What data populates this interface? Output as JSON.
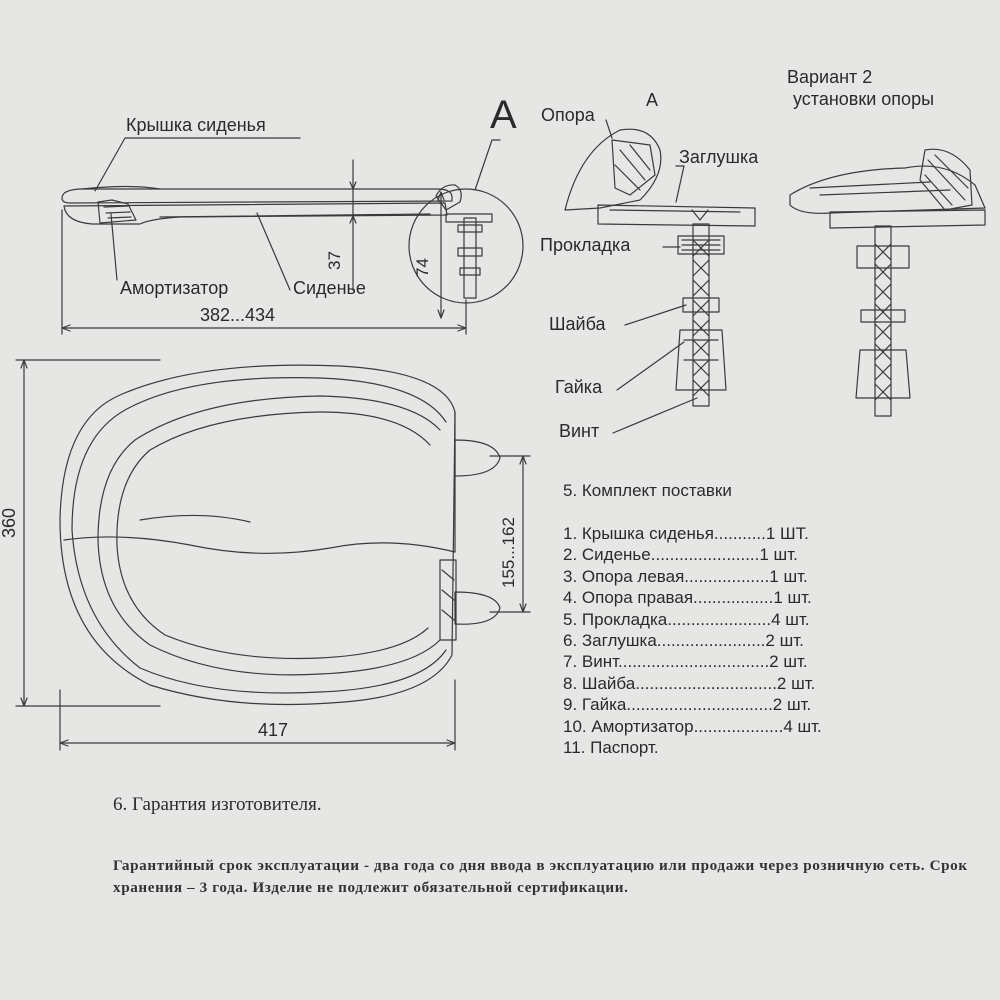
{
  "drawing": {
    "side_view": {
      "label_lid": "Крышка сиденья",
      "label_shock": "Амортизатор",
      "label_seat": "Сиденье",
      "dim_width_range": "382...434",
      "dim_37": "37",
      "dim_74": "74",
      "callout_letter": "A"
    },
    "top_view": {
      "dim_height": "360",
      "dim_width": "417",
      "dim_hinge_spacing": "155...162"
    },
    "detail_a": {
      "title": "А",
      "label_support": "Опора",
      "label_plug": "Заглушка",
      "label_gasket": "Прокладка",
      "label_washer": "Шайба",
      "label_nut": "Гайка",
      "label_screw": "Винт"
    },
    "variant2": {
      "title_line1": "Вариант 2",
      "title_line2": "установки опоры"
    }
  },
  "kit": {
    "title": "5. Комплект поставки",
    "items": [
      "1. Крышка сиденья...........1 ШТ.",
      "2. Сиденье.......................1 шт.",
      "3. Опора левая..................1 шт.",
      "4. Опора правая.................1 шт.",
      "5. Прокладка......................4 шт.",
      "6. Заглушка.......................2 шт.",
      "7. Винт................................2 шт.",
      "8. Шайба..............................2 шт.",
      "9. Гайка...............................2 шт.",
      "10. Амортизатор...................4 шт.",
      "11. Паспорт."
    ]
  },
  "warranty": {
    "title": "6. Гарантия изготовителя.",
    "text": "Гарантийный срок эксплуатации - два года со дня ввода в эксплуатацию или продажи через розничную сеть. Срок  хранения – 3 года. Изделие не подлежит обязательной сертификации."
  }
}
